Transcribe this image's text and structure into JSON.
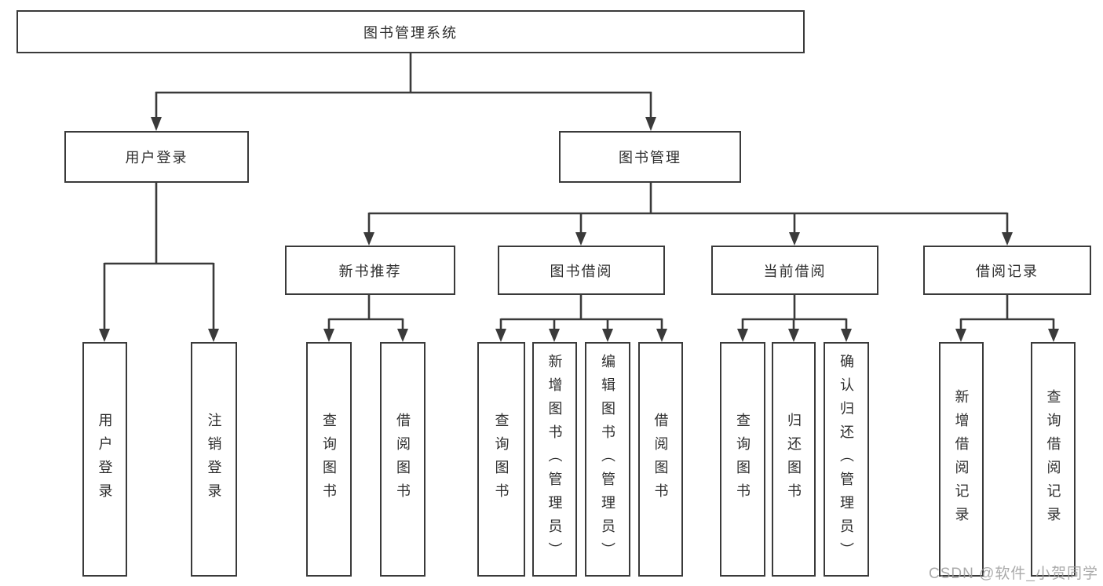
{
  "colors": {
    "line": "#3a3a3a",
    "text": "#2e2e2e",
    "bg": "#ffffff",
    "wm": "#9c9c9c"
  },
  "nodes": {
    "root": {
      "label": "图书管理系统"
    },
    "user_login": {
      "label": "用户登录"
    },
    "book_mgmt": {
      "label": "图书管理"
    },
    "new_book_rec": {
      "label": "新书推荐"
    },
    "book_borrow": {
      "label": "图书借阅"
    },
    "current_borrow": {
      "label": "当前借阅"
    },
    "borrow_record": {
      "label": "借阅记录"
    },
    "leaf_user_login": {
      "label": "用户登录"
    },
    "leaf_logout": {
      "label": "注销登录"
    },
    "leaf_query_book_rec": {
      "label": "查询图书"
    },
    "leaf_borrow_book_rec": {
      "label": "借阅图书"
    },
    "leaf_query_book_borrow": {
      "label": "查询图书"
    },
    "leaf_add_book_admin": {
      "label": "新增图书（管理员）"
    },
    "leaf_edit_book_admin": {
      "label": "编辑图书（管理员）"
    },
    "leaf_borrow_book_borrow": {
      "label": "借阅图书"
    },
    "leaf_query_book_current": {
      "label": "查询图书"
    },
    "leaf_return_book": {
      "label": "归还图书"
    },
    "leaf_confirm_return_admin": {
      "label": "确认归还（管理员）"
    },
    "leaf_add_borrow_record": {
      "label": "新增借阅记录"
    },
    "leaf_query_borrow_record": {
      "label": "查询借阅记录"
    }
  },
  "hierarchy": {
    "图书管理系统": {
      "用户登录": [
        "用户登录",
        "注销登录"
      ],
      "图书管理": {
        "新书推荐": [
          "查询图书",
          "借阅图书"
        ],
        "图书借阅": [
          "查询图书",
          "新增图书（管理员）",
          "编辑图书（管理员）",
          "借阅图书"
        ],
        "当前借阅": [
          "查询图书",
          "归还图书",
          "确认归还（管理员）"
        ],
        "借阅记录": [
          "新增借阅记录",
          "查询借阅记录"
        ]
      }
    }
  },
  "watermark": {
    "text": "CSDN @软件_小贺同学"
  }
}
